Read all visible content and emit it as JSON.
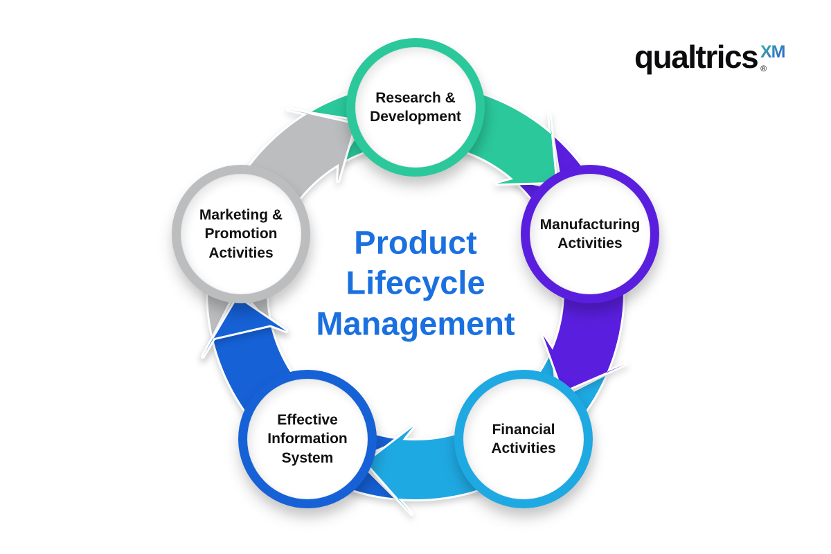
{
  "brand": {
    "name": "qualtrics",
    "registered_mark": "®",
    "product_suffix": "XM",
    "suffix_gradient": [
      "#35B79E",
      "#3157DB"
    ]
  },
  "title": {
    "text_lines": [
      "Product",
      "Lifecycle",
      "Management"
    ],
    "color": "#1B70DF"
  },
  "cycle": {
    "direction": "clockwise",
    "stages": [
      {
        "id": "research-development",
        "label": "Research &\nDevelopment",
        "color": "#2BC89B"
      },
      {
        "id": "manufacturing-activities",
        "label": "Manufacturing\nActivities",
        "color": "#5A1FDE"
      },
      {
        "id": "financial-activities",
        "label": "Financial\nActivities",
        "color": "#1FA9E2"
      },
      {
        "id": "effective-information-system",
        "label": "Effective\nInformation\nSystem",
        "color": "#1661D6"
      },
      {
        "id": "marketing-promotion",
        "label": "Marketing &\nPromotion\nActivities",
        "color": "#BBBDBF"
      }
    ]
  }
}
